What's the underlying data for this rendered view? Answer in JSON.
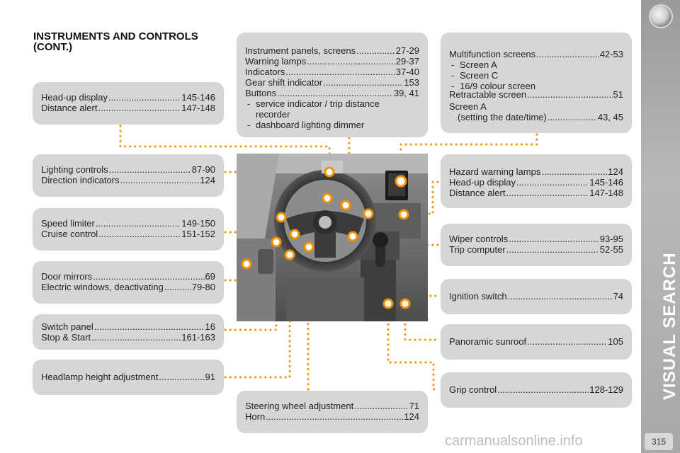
{
  "page": {
    "title": "INSTRUMENTS AND CONTROLS (CONT.)",
    "section": "VISUAL SEARCH",
    "page_number": "315",
    "watermark": "carmanualsonline.info"
  },
  "colors": {
    "accent": "#f39200",
    "box": "#d6d6d6",
    "sidebar": "#a8a8a8"
  },
  "boxes": {
    "head_up": {
      "items": [
        {
          "label": "Head-up display",
          "pages": "145-146"
        },
        {
          "label": "Distance alert",
          "pages": "147-148"
        }
      ]
    },
    "lighting": {
      "items": [
        {
          "label": "Lighting controls",
          "pages": "87-90"
        },
        {
          "label": "Direction indicators",
          "pages": "124"
        }
      ]
    },
    "speed": {
      "items": [
        {
          "label": "Speed limiter",
          "pages": "149-150"
        },
        {
          "label": "Cruise control",
          "pages": "151-152"
        }
      ]
    },
    "mirrors": {
      "items": [
        {
          "label": "Door mirrors",
          "pages": "69"
        },
        {
          "label": "Electric windows, deactivating",
          "pages": "79-80"
        }
      ]
    },
    "switch_panel": {
      "items": [
        {
          "label": "Switch panel",
          "pages": "16"
        },
        {
          "label": "Stop & Start",
          "pages": "161-163"
        }
      ]
    },
    "headlamp": {
      "items": [
        {
          "label": "Headlamp height adjustment",
          "pages": "91"
        }
      ]
    },
    "instrument": {
      "items": [
        {
          "label": "Instrument panels, screens",
          "pages": "27-29"
        },
        {
          "label": "Warning lamps",
          "pages": "29-37"
        },
        {
          "label": "Indicators",
          "pages": "37-40"
        },
        {
          "label": "Gear shift indicator",
          "pages": "153"
        },
        {
          "label": "Buttons",
          "pages": "39, 41"
        }
      ],
      "subitems": [
        "service indicator / trip distance recorder",
        "dashboard lighting dimmer"
      ]
    },
    "steering": {
      "items": [
        {
          "label": "Steering wheel adjustment",
          "pages": "71"
        },
        {
          "label": "Horn",
          "pages": "124"
        }
      ]
    },
    "multifunction": {
      "first": {
        "label": "Multifunction screens",
        "pages": "42-53"
      },
      "subitems": [
        "Screen A",
        "Screen C",
        "16/9 colour screen"
      ],
      "retractable": {
        "label": "Retractable screen",
        "pages": "51"
      },
      "screen_a_label": "Screen A",
      "screen_a_setting": {
        "label": "(setting the date/time)",
        "pages": "43, 45"
      }
    },
    "hazard": {
      "items": [
        {
          "label": "Hazard warning lamps",
          "pages": "124"
        },
        {
          "label": "Head-up display",
          "pages": "145-146"
        },
        {
          "label": "Distance alert",
          "pages": "147-148"
        }
      ]
    },
    "wiper": {
      "items": [
        {
          "label": "Wiper controls",
          "pages": "93-95"
        },
        {
          "label": "Trip computer",
          "pages": "52-55"
        }
      ]
    },
    "ignition": {
      "items": [
        {
          "label": "Ignition switch",
          "pages": "74"
        }
      ]
    },
    "sunroof": {
      "items": [
        {
          "label": "Panoramic sunroof",
          "pages": "105"
        }
      ]
    },
    "grip": {
      "items": [
        {
          "label": "Grip control",
          "pages": "128-129"
        }
      ]
    }
  }
}
